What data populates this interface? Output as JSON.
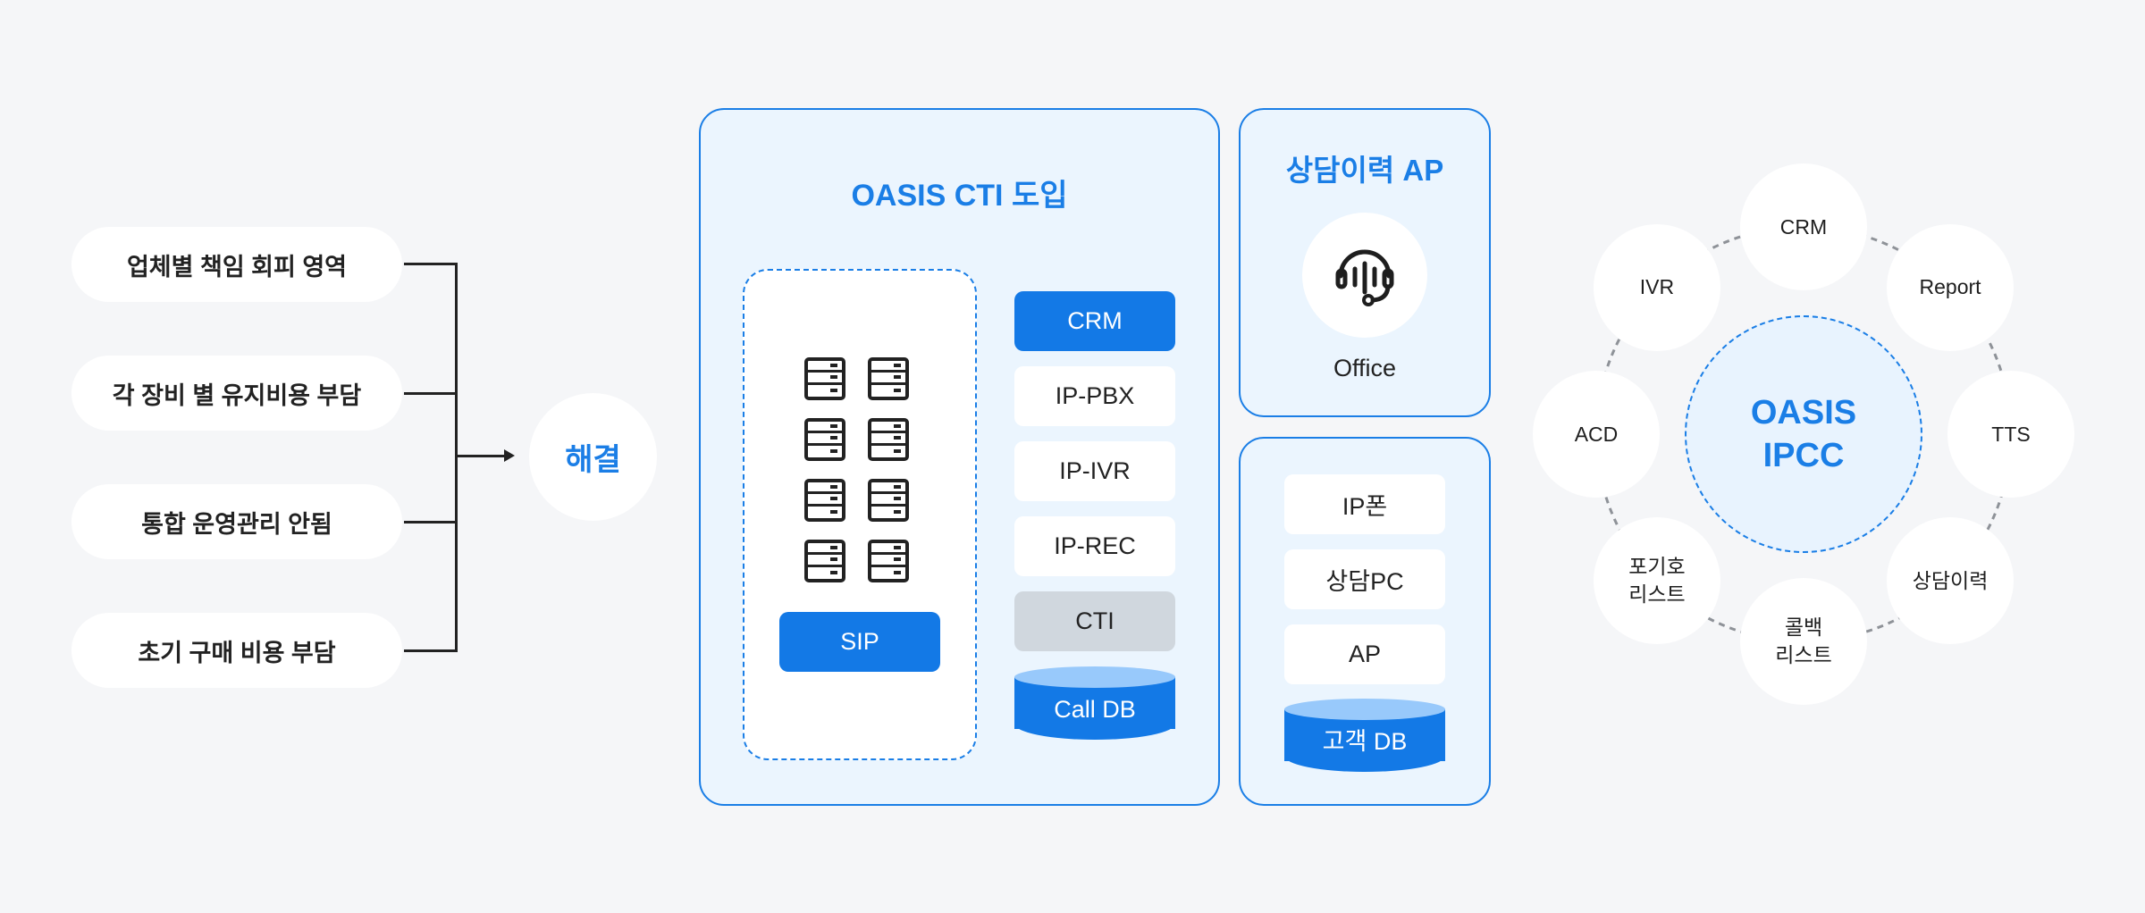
{
  "problems": {
    "items": [
      "업체별 책임 회피 영역",
      "각 장비 별 유지비용 부담",
      "통합 운영관리 안됨",
      "초기 구매 비용 부담"
    ],
    "result": "해결"
  },
  "cti_panel": {
    "title": "OASIS CTI 도입",
    "server_icon_count": 8,
    "sip_label": "SIP",
    "stack": [
      {
        "label": "CRM",
        "style": "primary"
      },
      {
        "label": "IP-PBX",
        "style": "default"
      },
      {
        "label": "IP-IVR",
        "style": "default"
      },
      {
        "label": "IP-REC",
        "style": "default"
      },
      {
        "label": "CTI",
        "style": "muted"
      }
    ],
    "database": "Call DB"
  },
  "ap_panel": {
    "title": "상담이력 AP",
    "icon": "headset-icon",
    "office_label": "Office"
  },
  "agent_panel": {
    "stack": [
      "IP폰",
      "상담PC",
      "AP"
    ],
    "database": "고객 DB"
  },
  "ipcc": {
    "center": "OASIS\nIPCC",
    "nodes": [
      "CRM",
      "Report",
      "TTS",
      "상담이력",
      "콜백\n리스트",
      "포기호\n리스트",
      "ACD",
      "IVR"
    ]
  },
  "colors": {
    "accent": "#1a7ee6",
    "background": "#f5f6f8",
    "panel_fill": "#ebf5fe",
    "muted_box": "#d0d7de",
    "db_top": "#98c9fb"
  }
}
